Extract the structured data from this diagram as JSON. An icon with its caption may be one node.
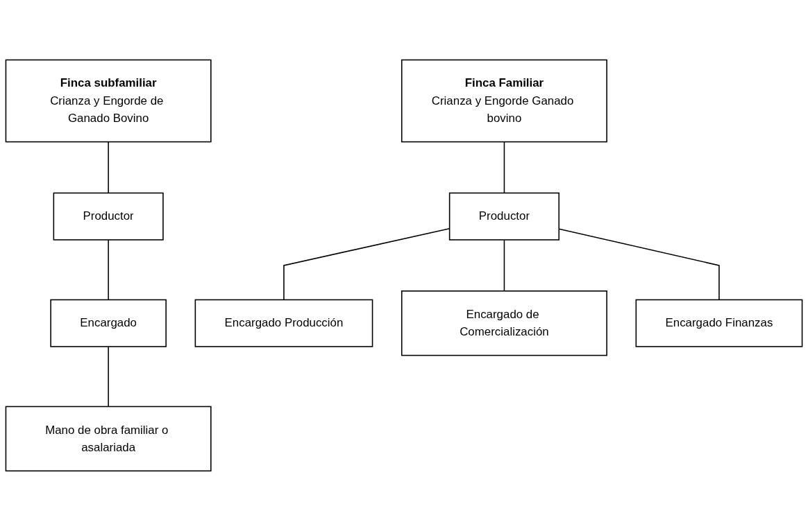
{
  "diagram": {
    "nodes": [
      {
        "text": [
          "Finca subfamiliar",
          "Crianza y Engorde de Ganado Bovino"
        ]
      },
      {
        "text": [
          "Productor"
        ]
      },
      {
        "text": [
          "Encargado"
        ]
      },
      {
        "text": [
          "Mano de obra familiar o asalariada"
        ]
      },
      {
        "text": [
          "Finca Familiar",
          "Crianza y Engorde Ganado bovino"
        ]
      },
      {
        "text": [
          "Productor"
        ]
      },
      {
        "text": [
          "Encargado Producción"
        ]
      },
      {
        "text": [
          "Encargado de Comercialización"
        ]
      },
      {
        "text": [
          "Encargado Finanzas"
        ]
      }
    ],
    "edges": [
      {
        "from": 0,
        "to": 1,
        "arrow": "none"
      },
      {
        "from": 1,
        "to": 2,
        "arrow": "none"
      },
      {
        "from": 2,
        "to": 3,
        "arrow": "none"
      },
      {
        "from": 4,
        "to": 5,
        "arrow": "none"
      },
      {
        "from": 5,
        "to": 6,
        "arrow": "none"
      },
      {
        "from": 5,
        "to": 7,
        "arrow": "none"
      },
      {
        "from": 5,
        "to": 8,
        "arrow": "none"
      }
    ]
  }
}
